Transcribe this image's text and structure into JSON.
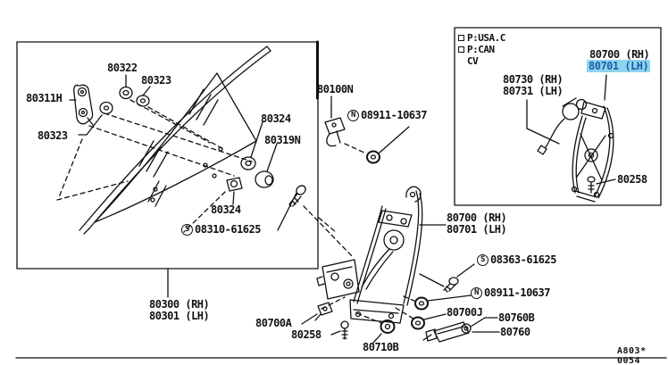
{
  "diagram": {
    "footer_code": "A803* 0054",
    "colors": {
      "background": "#ffffff",
      "line": "#111111",
      "highlight_bg": "#8ed4f0",
      "highlight_text": "#1a5fa8"
    }
  },
  "main_assembly": {
    "box_labels": {
      "l80322": "80322",
      "l80323_top": "80323",
      "l80311H": "80311H",
      "l80323_bottom": "80323",
      "l80324_top": "80324",
      "l80319N": "80319N",
      "l80324_bottom": "80324",
      "screw_s08310": {
        "symbol": "S",
        "number": "08310-61625"
      },
      "glass_caption": {
        "rh": "80300 (RH)",
        "lh": "80301 (LH)"
      }
    },
    "center_labels": {
      "l80100N": "80100N",
      "nut_n08911_upper": {
        "symbol": "N",
        "number": "08911-10637"
      },
      "regulator_caption": {
        "rh": "80700 (RH)",
        "lh": "80701 (LH)"
      },
      "screw_s08363": {
        "symbol": "S",
        "number": "08363-61625"
      },
      "nut_n08911_lower": {
        "symbol": "N",
        "number": "08911-10637"
      },
      "l80700J": "80700J",
      "l80760B": "80760B",
      "l80760": "80760",
      "l80700A": "80700A",
      "l80258": "80258",
      "l80710B": "80710B"
    }
  },
  "inset_panel": {
    "options": [
      {
        "has_checkbox": true,
        "label": "P:USA.C"
      },
      {
        "has_checkbox": true,
        "label": "P:CAN"
      },
      {
        "has_checkbox": false,
        "label": "CV"
      }
    ],
    "motor_caption": {
      "rh": "80730 (RH)",
      "lh": "80731 (LH)"
    },
    "regulator_caption": {
      "rh": "80700 (RH)",
      "lh": "80701 (LH)",
      "lh_highlighted": true
    },
    "l80258": "80258"
  }
}
